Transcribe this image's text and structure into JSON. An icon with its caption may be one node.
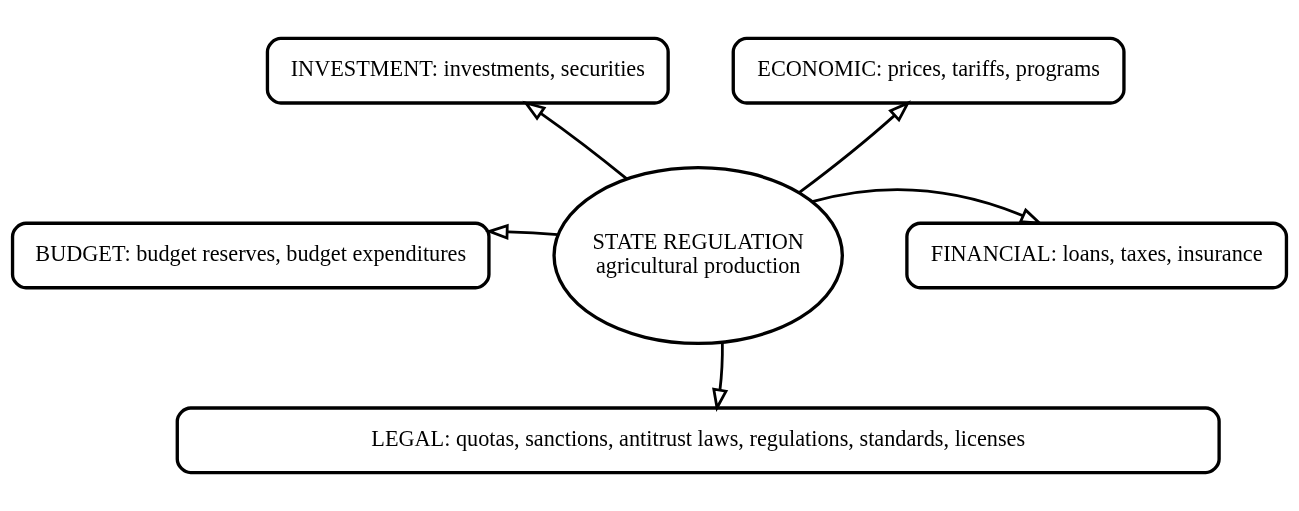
{
  "diagram": {
    "nodes": [
      {
        "text": [
          "STATE REGULATION",
          "agricultural production"
        ]
      },
      {
        "text": [
          "INVESTMENT: investments, securities"
        ]
      },
      {
        "text": [
          "ECONOMIC: prices, tariffs, programs"
        ]
      },
      {
        "text": [
          "BUDGET: budget reserves, budget expenditures"
        ]
      },
      {
        "text": [
          "FINANCIAL: loans, taxes, insurance"
        ]
      },
      {
        "text": [
          "LEGAL: quotas, sanctions, antitrust laws, regulations, standards, licenses"
        ]
      }
    ],
    "edges": [
      {
        "from": 0,
        "to": 1,
        "arrow": "to"
      },
      {
        "from": 0,
        "to": 2,
        "arrow": "to"
      },
      {
        "from": 0,
        "to": 4,
        "arrow": "to"
      },
      {
        "from": 0,
        "to": 3,
        "arrow": "to"
      },
      {
        "from": 0,
        "to": 5,
        "arrow": "to"
      }
    ]
  }
}
